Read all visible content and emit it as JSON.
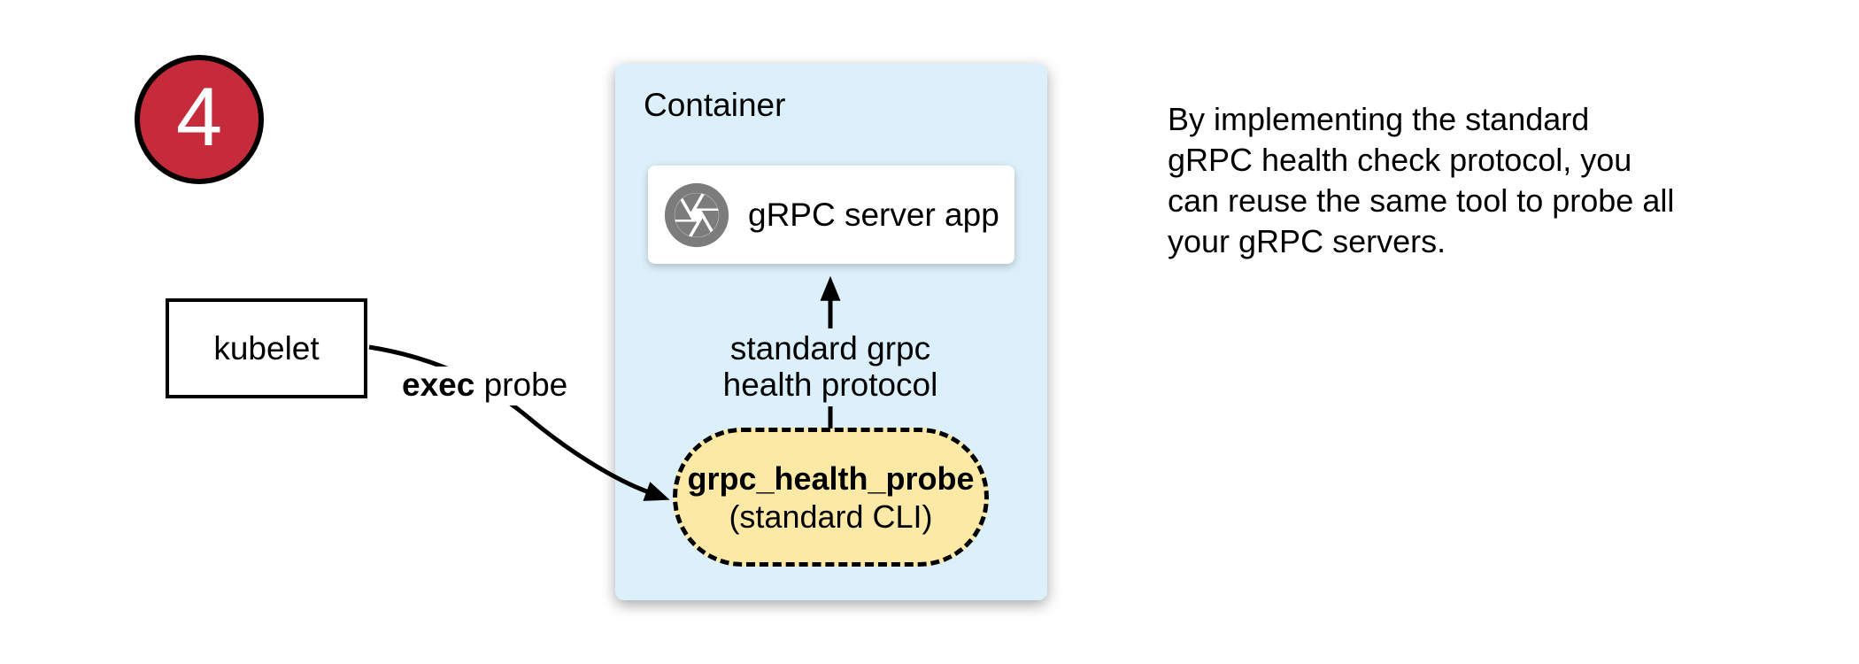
{
  "colors": {
    "accent-red": "#C52B3A",
    "container-blue": "#DBF0FA",
    "pill-yellow": "#FCE9A6",
    "icon-gray": "#7C7C7C",
    "ink": "#000000"
  },
  "badge": {
    "number": "4"
  },
  "kubelet": {
    "label": "kubelet"
  },
  "exec_probe_label": {
    "bold": "exec",
    "rest": " probe"
  },
  "container": {
    "title": "Container",
    "server_app": {
      "icon": "aperture-icon",
      "label": "gRPC server app"
    },
    "protocol_label": "standard grpc\nhealth protocol",
    "probe_tool": {
      "name": "grpc_health_probe",
      "subtitle": "(standard CLI)"
    }
  },
  "note": "By implementing the standard\ngRPC health check protocol, you\ncan reuse the same tool to probe all\nyour gRPC servers."
}
